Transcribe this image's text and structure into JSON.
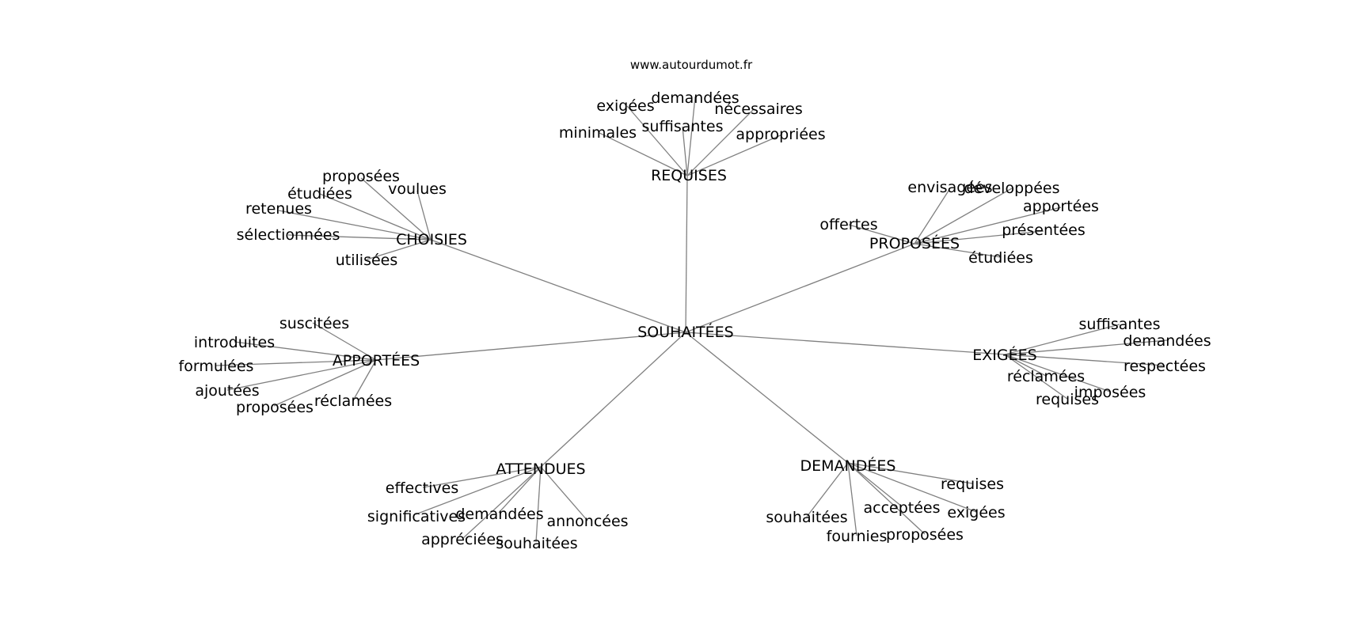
{
  "site": "www.autourdumot.fr",
  "center": "SOUHAITÉES",
  "clusters": [
    {
      "hub": "REQUISES",
      "words": [
        "exigées",
        "demandées",
        "nécessaires",
        "suffisantes",
        "minimales",
        "appropriées"
      ]
    },
    {
      "hub": "CHOISIES",
      "words": [
        "proposées",
        "étudiées",
        "voulues",
        "retenues",
        "sélectionnées",
        "utilisées"
      ]
    },
    {
      "hub": "PROPOSÉES",
      "words": [
        "envisagées",
        "développées",
        "apportées",
        "offertes",
        "présentées",
        "étudiées"
      ]
    },
    {
      "hub": "APPORTÉES",
      "words": [
        "suscitées",
        "introduites",
        "formulées",
        "ajoutées",
        "proposées",
        "réclamées"
      ]
    },
    {
      "hub": "EXIGÉES",
      "words": [
        "suffisantes",
        "demandées",
        "respectées",
        "réclamées",
        "imposées",
        "requises"
      ]
    },
    {
      "hub": "ATTENDUES",
      "words": [
        "effectives",
        "significatives",
        "demandées",
        "annoncées",
        "appréciées",
        "souhaitées"
      ]
    },
    {
      "hub": "DEMANDÉES",
      "words": [
        "requises",
        "acceptées",
        "exigées",
        "souhaitées",
        "fournies",
        "proposées"
      ]
    }
  ]
}
